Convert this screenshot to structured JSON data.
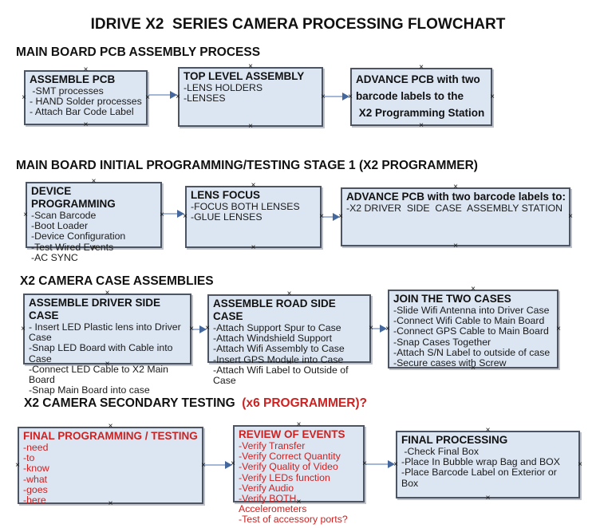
{
  "page": {
    "title": "IDRIVE X2  SERIES CAMERA PROCESSING FLOWCHART"
  },
  "colors": {
    "box_fill": "#dce6f2",
    "box_border": "#4d5563",
    "arrow_line": "#a4b7d6",
    "arrow_head": "#44689e",
    "red_text": "#cc2222",
    "heading_text": "#111111"
  },
  "sections": [
    {
      "id": "pcb-assembly",
      "heading_parts": [
        {
          "text": "MAIN BOARD PCB ASSEMBLY PROCESS"
        }
      ],
      "boxes": [
        {
          "id": "assemble-pcb",
          "title": "ASSEMBLE PCB",
          "items": [
            " -SMT processes",
            "- HAND Solder processes",
            "- Attach Bar Code Label"
          ]
        },
        {
          "id": "top-level-assembly",
          "title": "TOP LEVEL ASSEMBLY",
          "items": [
            "-LENS HOLDERS",
            "-LENSES"
          ]
        },
        {
          "id": "advance-pcb-to-programming-station",
          "title": "ADVANCE PCB with two\nbarcode labels to the\n X2 Programming Station",
          "items": []
        }
      ]
    },
    {
      "id": "initial-programming",
      "heading_parts": [
        {
          "text": "MAIN BOARD INITIAL PROGRAMMING/TESTING STAGE 1 (X2 PROGRAMMER)"
        }
      ],
      "boxes": [
        {
          "id": "device-programming",
          "title": "DEVICE PROGRAMMING",
          "items": [
            "-Scan Barcode",
            "-Boot Loader",
            "-Device Configuration",
            "-Test Wired Events",
            "-AC SYNC"
          ]
        },
        {
          "id": "lens-focus",
          "title": "LENS FOCUS",
          "items": [
            "-FOCUS BOTH LENSES",
            "-GLUE LENSES"
          ]
        },
        {
          "id": "advance-pcb-to-assembly-station",
          "title": "ADVANCE PCB with two barcode labels to:",
          "items": [
            "-X2 DRIVER  SIDE  CASE  ASSEMBLY STATION"
          ]
        }
      ]
    },
    {
      "id": "case-assemblies",
      "heading_parts": [
        {
          "text": "X2 CAMERA CASE ASSEMBLIES"
        }
      ],
      "boxes": [
        {
          "id": "assemble-driver-side-case",
          "title": "ASSEMBLE DRIVER SIDE CASE",
          "items": [
            "- Insert LED Plastic lens into Driver Case",
            "-Snap LED Board with Cable into Case",
            "-Connect LED Cable to X2 Main Board",
            "-Snap Main Board into case"
          ]
        },
        {
          "id": "assemble-road-side-case",
          "title": "ASSEMBLE ROAD SIDE CASE",
          "items": [
            "-Attach Support Spur to Case",
            "-Attach Windshield Support",
            "-Attach Wifi Assembly to Case",
            "-Insert GPS Module into Case",
            "-Attach Wifi Label to Outside of Case"
          ]
        },
        {
          "id": "join-the-two-cases",
          "title": "JOIN THE TWO CASES",
          "items": [
            "-Slide Wifi Antenna into Driver Case",
            "-Connect Wifi Cable to Main Board",
            "-Connect GPS Cable to Main Board",
            "-Snap Cases Together",
            "-Attach S/N Label to outside of case",
            "-Secure cases with Screw"
          ]
        }
      ]
    },
    {
      "id": "secondary-testing",
      "heading_parts": [
        {
          "text": "X2 CAMERA SECONDARY TESTING  "
        },
        {
          "text": "(x6 PROGRAMMER)?",
          "red": true
        }
      ],
      "boxes": [
        {
          "id": "final-programming-testing",
          "title": "FINAL PROGRAMMING / TESTING",
          "red": true,
          "items": [
            "-need",
            "-to",
            "-know",
            "-what",
            "-goes",
            "-here"
          ]
        },
        {
          "id": "review-of-events",
          "title": "REVIEW OF EVENTS",
          "red": true,
          "items": [
            "-Verify Transfer",
            "-Verify Correct Quantity",
            "-Verify Quality of Video",
            "-Verify LEDs function",
            "-Verify Audio",
            "-Verify BOTH Accelerometers",
            "-Test of accessory ports?"
          ]
        },
        {
          "id": "final-processing",
          "title": "FINAL PROCESSING",
          "items": [
            " -Check Final Box",
            "-Place In Bubble wrap Bag and BOX",
            "-Place Barcode Label on Exterior or Box"
          ]
        }
      ]
    }
  ]
}
